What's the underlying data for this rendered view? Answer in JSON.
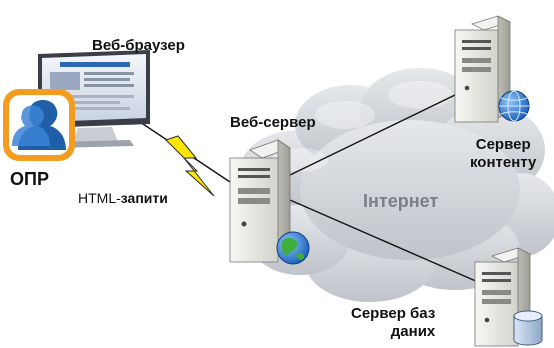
{
  "labels": {
    "web_browser": "Веб-браузер",
    "opr": "ОПР",
    "html_requests_prefix": "HTML-",
    "html_requests_word": "запити",
    "web_server": "Веб-сервер",
    "internet": "Інтернет",
    "content_server_line1": "Сервер",
    "content_server_line2": "контенту",
    "db_server_line1": "Сервер баз",
    "db_server_line2": "даних"
  },
  "icons": {
    "user": "user-silhouette-icon",
    "monitor": "monitor-icon",
    "lightning": "lightning-bolt-icon",
    "web_server": "server-tower-icon",
    "content_server": "server-tower-icon",
    "db_server": "server-tower-icon",
    "globe": "globe-icon",
    "database": "database-cylinder-icon",
    "cloud": "cloud-icon"
  },
  "colors": {
    "user_badge": "#f39c1f",
    "user_figure": "#1f5fa8",
    "lightning": "#ffe600",
    "cloud": "#cfd3d8",
    "server_body": "#e9e9e5",
    "globe": "#2a7bd8",
    "database": "#b9cde6"
  }
}
